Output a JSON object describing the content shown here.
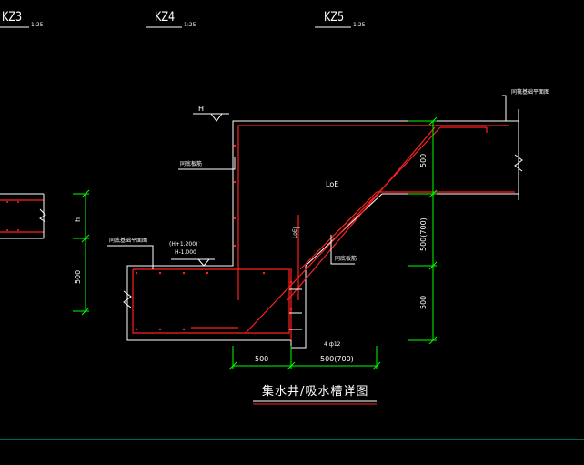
{
  "header_marks": [
    {
      "mark": "KZ3",
      "scale": "1:25"
    },
    {
      "mark": "KZ4",
      "scale": "1:25"
    },
    {
      "mark": "KZ5",
      "scale": "1:25"
    }
  ],
  "drawing": {
    "title": "集水井/吸水槽详图",
    "level_top": "H",
    "level_bottom_a": "(H+1.200)",
    "level_bottom_b": "H-1.000",
    "anchor_label_1": "LoE",
    "anchor_label_2": "LoE",
    "bar_callout": "4 ф12",
    "note_left_top": "同底板筋",
    "note_left_mid": "同底基础平面图",
    "note_right_top": "同筏基础平面图",
    "note_right_mid": "同底板筋",
    "left_dim_500": "500",
    "left_dim_h": "h",
    "right_dim_500_top": "500",
    "right_dim_500_700": "500(700)",
    "right_dim_500_bottom": "500",
    "bottom_dim_500": "500",
    "bottom_dim_500_700": "500(700)"
  },
  "colors": {
    "background": "#000000",
    "concrete_outline": "#ffffff",
    "rebar": "#ff2020",
    "dimension": "#00ff00",
    "leader": "#ffffff",
    "frame_line": "#00c8c8"
  }
}
